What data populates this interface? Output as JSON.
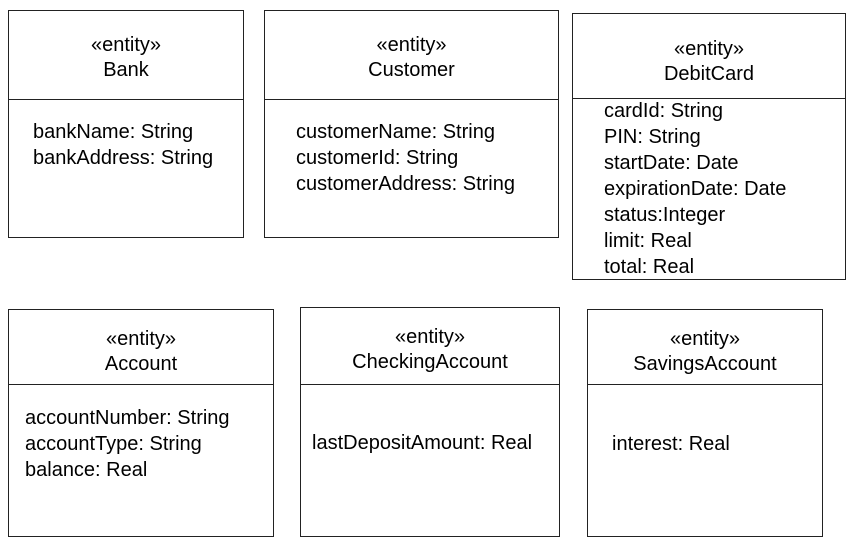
{
  "classes": [
    {
      "stereotype": "«entity»",
      "name": "Bank",
      "attributes": [
        "bankName: String",
        "bankAddress: String"
      ]
    },
    {
      "stereotype": "«entity»",
      "name": "Customer",
      "attributes": [
        "customerName: String",
        "customerId: String",
        "customerAddress: String"
      ]
    },
    {
      "stereotype": "«entity»",
      "name": "DebitCard",
      "attributes": [
        "cardId: String",
        "PIN: String",
        "startDate: Date",
        "expirationDate: Date",
        "status:Integer",
        "limit: Real",
        "total: Real"
      ]
    },
    {
      "stereotype": "«entity»",
      "name": "Account",
      "attributes": [
        "accountNumber: String",
        "accountType: String",
        "balance: Real"
      ]
    },
    {
      "stereotype": "«entity»",
      "name": "CheckingAccount",
      "attributes": [
        "lastDepositAmount: Real"
      ]
    },
    {
      "stereotype": "«entity»",
      "name": "SavingsAccount",
      "attributes": [
        "interest: Real"
      ]
    }
  ]
}
